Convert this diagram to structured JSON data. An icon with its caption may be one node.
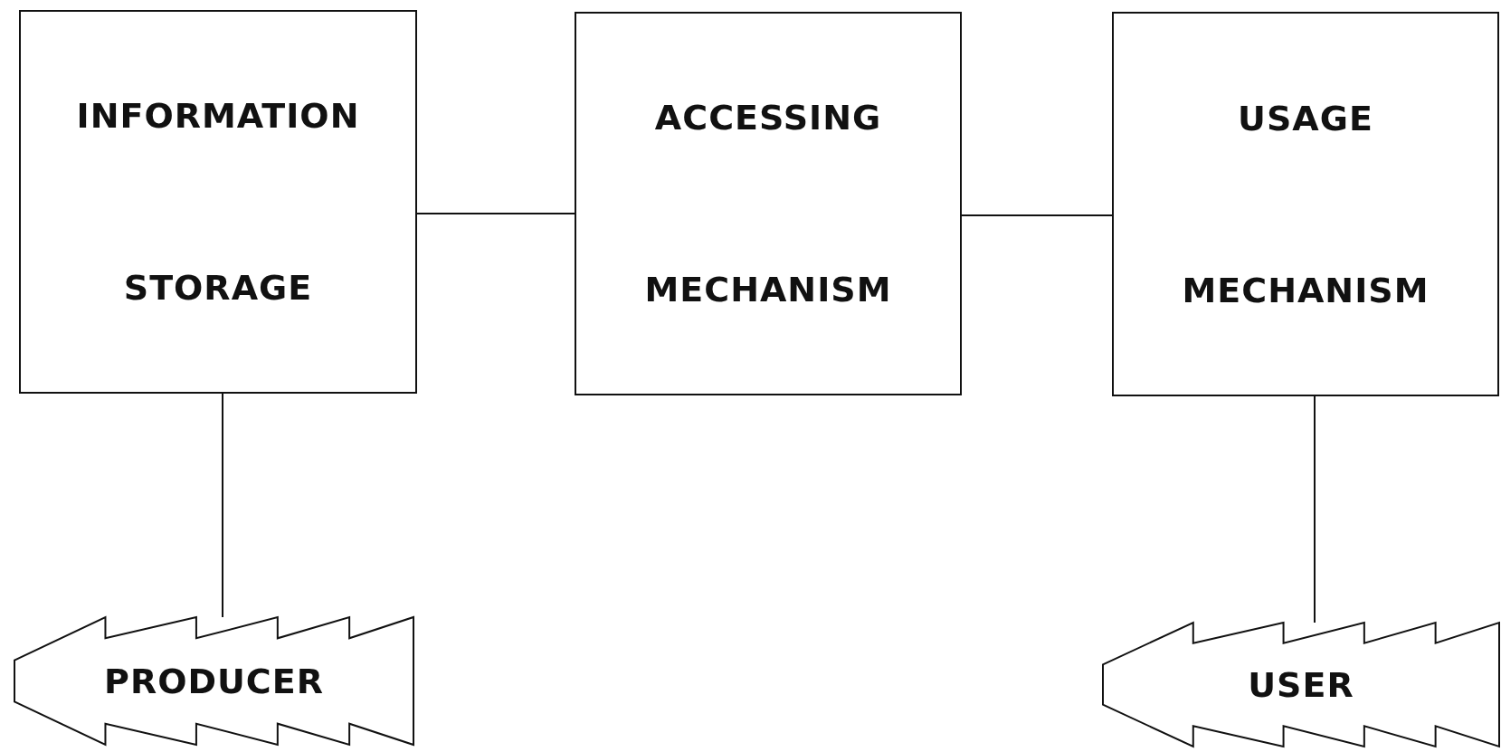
{
  "diagram": {
    "nodes": [
      {
        "text": [
          "INFORMATION STORAGE"
        ]
      },
      {
        "text": [
          "ACCESSING MECHANISM"
        ]
      },
      {
        "text": [
          "USAGE MECHANISM"
        ]
      },
      {
        "text": [
          "PRODUCER"
        ]
      },
      {
        "text": [
          "USER"
        ]
      }
    ],
    "edges": [
      {
        "from": 0,
        "to": 1,
        "arrow": "none"
      },
      {
        "from": 1,
        "to": 2,
        "arrow": "none"
      },
      {
        "from": 0,
        "to": 3,
        "arrow": "none"
      },
      {
        "from": 2,
        "to": 4,
        "arrow": "none"
      }
    ]
  }
}
